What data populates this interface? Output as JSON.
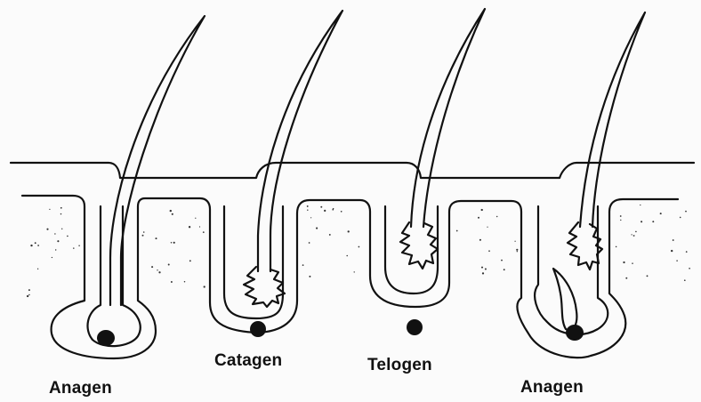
{
  "diagram": {
    "stage_labels": [
      "Anagen",
      "Catagen",
      "Telogen",
      "Anagen"
    ]
  },
  "colors": {
    "line": "#111111",
    "background": "#fbfbfb",
    "dermis_dots": "#333333"
  }
}
